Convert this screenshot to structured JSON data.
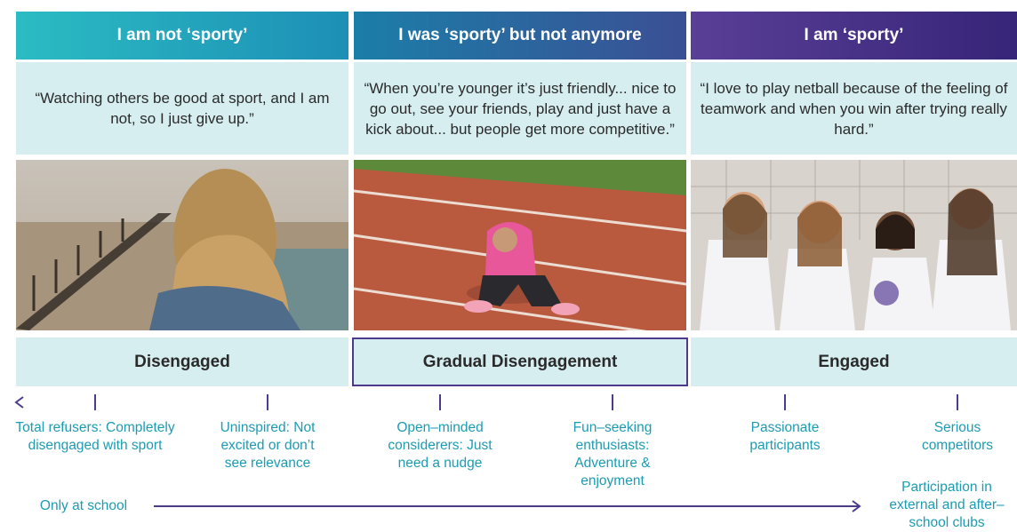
{
  "headers": [
    {
      "label": "I am not ‘sporty’",
      "color_from": "#2bbcc3",
      "color_to": "#1d8fb6"
    },
    {
      "label": "I was ‘sporty’ but not anymore",
      "color_from": "#1b7ea8",
      "color_to": "#3b4f95"
    },
    {
      "label": "I am ‘sporty’",
      "color_from": "#5a3f97",
      "color_to": "#362578"
    }
  ],
  "quotes": [
    "“Watching others be good at sport, and I am not, so I just give up.”",
    "“When you’re younger it’s just friendly... nice to go out, see your friends, play and just have a kick about... but people get more competitive.”",
    "“I love to play netball because of the feeling of teamwork and when you win after trying really hard.”"
  ],
  "photos": [
    {
      "description_icon": "girl-by-sea-photo"
    },
    {
      "description_icon": "girl-on-track-photo"
    },
    {
      "description_icon": "netball-team-photo"
    }
  ],
  "stages": [
    {
      "label": "Disengaged",
      "active": false
    },
    {
      "label": "Gradual Disengagement",
      "active": true
    },
    {
      "label": "Engaged",
      "active": false
    }
  ],
  "segments": [
    "Total refusers: Completely disengaged with sport",
    "Uninspired: Not excited or don’t see relevance",
    "Open–minded considerers: Just need a nudge",
    "Fun–seeking enthusiasts: Adventure & enjoyment",
    "Passionate participants",
    "Serious competitors"
  ],
  "bottom": {
    "left": "Only at school",
    "right": "Participation in external and after–school clubs"
  },
  "colors": {
    "accent_teal": "#1d9bb1",
    "accent_purple": "#4d3a8c",
    "panel": "#d6eef0"
  }
}
